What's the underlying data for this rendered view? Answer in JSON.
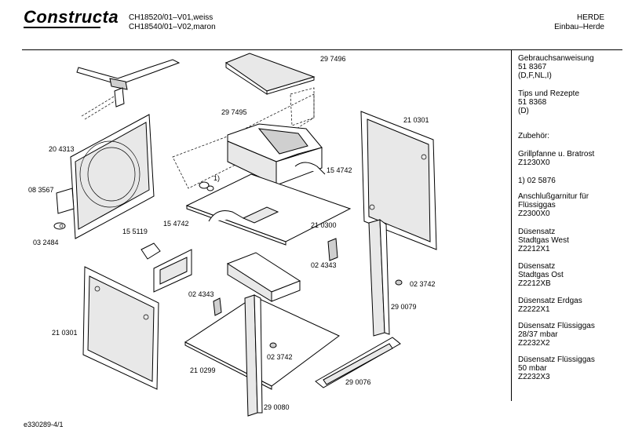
{
  "header": {
    "logo": "Constructa",
    "models": [
      "CH18520/01–V01,weiss",
      "CH18540/01–V02,maron"
    ],
    "category": "HERDE",
    "subcategory": "Einbau–Herde"
  },
  "sidebar": {
    "items": [
      [
        "Gebrauchsanweisung",
        "51 8367",
        "(D,F,NL,I)"
      ],
      [
        "Tips und Rezepte",
        "51 8368",
        "(D)"
      ],
      [
        "Zubehör:"
      ],
      [
        "Grillpfanne u. Bratrost",
        "Z1230X0"
      ],
      [
        "1) 02 5876"
      ],
      [
        "Anschlußgarnitur für",
        "Flüssiggas",
        "Z2300X0"
      ],
      [
        "Düsensatz",
        "Stadtgas West",
        "Z2212X1"
      ],
      [
        "Düsensatz",
        "Stadtgas Ost",
        "Z2212XB"
      ],
      [
        "Düsensatz Erdgas",
        "Z2222X1"
      ],
      [
        "Düsensatz Flüssiggas",
        "28/37 mbar",
        "Z2232X2"
      ],
      [
        "Düsensatz Flüssiggas",
        "50 mbar",
        "Z2232X3"
      ]
    ]
  },
  "parts": {
    "p1": "29 7496",
    "p2": "29 7495",
    "p3": "1)",
    "p4": "15 4742",
    "p5": "15 4742",
    "p6": "20 4313",
    "p7": "08 3567",
    "p8": "03 2484",
    "p9": "15 5119",
    "p10": "21 0301",
    "p11": "21 0300",
    "p12": "02 4343",
    "p13": "02 3742",
    "p14": "29 0079",
    "p15": "02 4343",
    "p16": "21 0301",
    "p17": "21 0299",
    "p18": "02 3742",
    "p19": "29 0076",
    "p20": "29 0080"
  },
  "footer": {
    "code": "e330289-4/1"
  }
}
